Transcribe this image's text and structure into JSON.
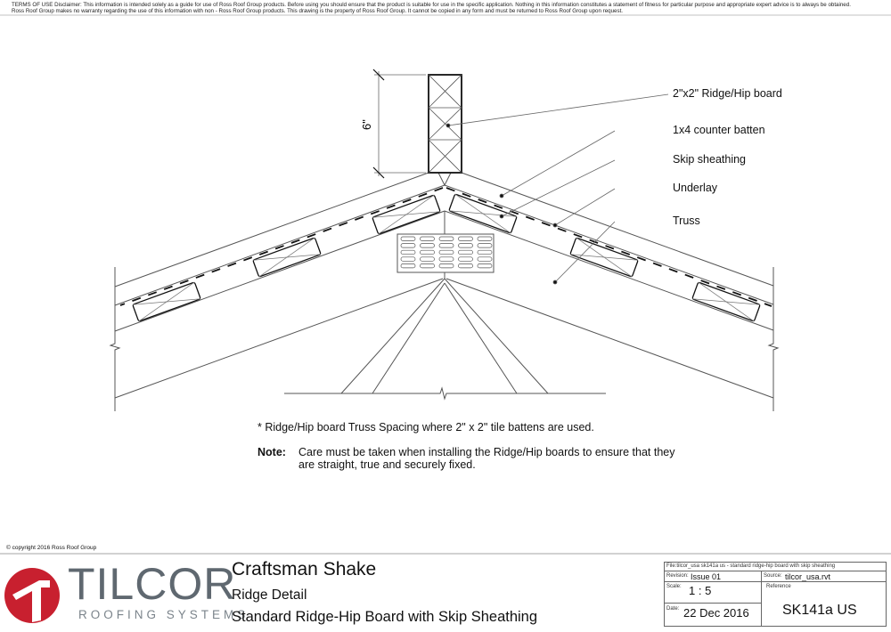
{
  "disclaimer": {
    "line1": "TERMS OF USE Disclaimer: This information is intended solely as a guide for use of Ross Roof Group products. Before using you should ensure that the product is suitable for use in the specific application. Nothing in this information constitutes a statement of fitness for particular purpose and appropriate expert advice is to always be obtained.",
    "line2": "Ross Roof Group makes no warranty regarding the use of this information with non - Ross Roof Group products. This drawing is the property of Ross Roof Group. It cannot be copied in any form and must be returned to Ross Roof Group upon request."
  },
  "drawing": {
    "dimension": "6\"",
    "labels": [
      "2\"x2\" Ridge/Hip board",
      "1x4 counter batten",
      "Skip sheathing",
      "Underlay",
      "Truss"
    ],
    "footnote": "* Ridge/Hip board Truss Spacing where 2\" x 2\" tile battens are used.",
    "note_label": "Note:",
    "note_line1": "Care must be taken when installing the Ridge/Hip boards to ensure that they",
    "note_line2": "are straight, true and securely fixed."
  },
  "footer": {
    "copyright": "© copyright 2016 Ross Roof Group",
    "logo_text": "TILCOR",
    "logo_sub": "ROOFING SYSTEMS",
    "title": "Craftsman Shake",
    "subtitle": "Ridge Detail",
    "description": "Standard Ridge-Hip Board with Skip Sheathing",
    "brand_color": "#c8202f",
    "logo_gray": "#5f6870",
    "table": {
      "file_label": "File:",
      "file": "tilcor_usa sk141a us - standard ridge-hip board with skip sheathing",
      "revision_label": "Revision:",
      "revision": "Issue 01",
      "source_label": "Source:",
      "source": "tilcor_usa.rvt",
      "scale_label": "Scale:",
      "scale": "1 : 5",
      "reference_label": "Reference",
      "reference": "SK141a US",
      "date_label": "Date:",
      "date": "22 Dec 2016"
    }
  }
}
